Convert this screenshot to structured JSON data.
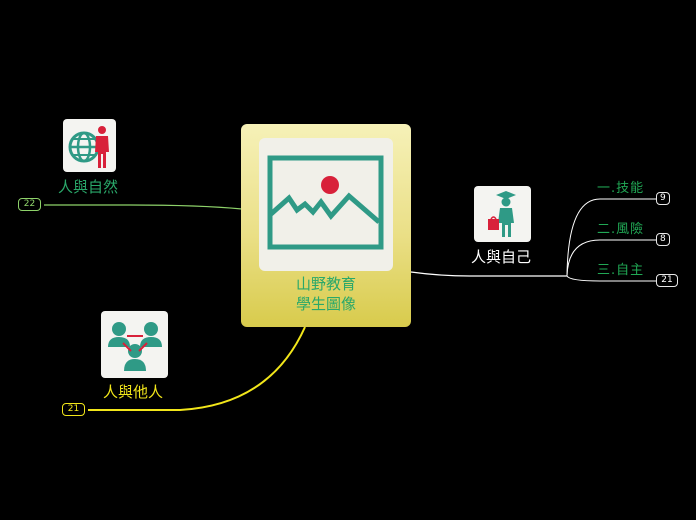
{
  "central": {
    "title_line1": "山野教育",
    "title_line2": "學生圖像"
  },
  "branches": {
    "nature": {
      "label": "人與自然",
      "count": "22",
      "icon": "globe-person-icon"
    },
    "others": {
      "label": "人與他人",
      "count": "21",
      "icon": "people-group-icon"
    },
    "self": {
      "label": "人與自己",
      "count": null,
      "icon": "graduate-icon"
    }
  },
  "self_children": [
    {
      "label": "一.技能",
      "count": "9"
    },
    {
      "label": "二.風險",
      "count": "8"
    },
    {
      "label": "三.自主",
      "count": "21"
    }
  ],
  "colors": {
    "background": "#000000",
    "nature": "#2aa86a",
    "others": "#f2e61a",
    "self": "#ffffff",
    "child": "#21a855",
    "icon_teal": "#2f9a86",
    "icon_red": "#d8213a"
  }
}
